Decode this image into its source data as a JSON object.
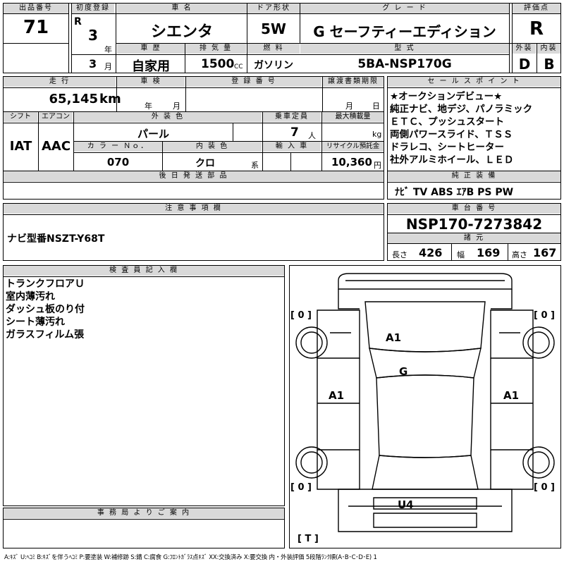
{
  "top": {
    "lot_no_label": "出品番号",
    "lot_no": "71",
    "first_reg_label": "初度登録",
    "era": "R",
    "year": "3",
    "year_unit": "年",
    "month": "3",
    "month_unit": "月",
    "name_label": "車 名",
    "name": "シエンタ",
    "door_label": "ドア形状",
    "door": "5W",
    "grade_label": "グ レ ー ド",
    "grade": "G セーフティーエディション",
    "score_label": "評価点",
    "score": "R",
    "history_label": "車 歴",
    "history": "自家用",
    "displacement_label": "排 気 量",
    "displacement": "1500",
    "displacement_unit": "CC",
    "fuel_label": "燃 料",
    "fuel": "ガソリン",
    "model_label": "型 式",
    "model": "5BA-NSP170G",
    "ext_label": "外装",
    "ext": "D",
    "int_label": "内装",
    "int": "B"
  },
  "row2": {
    "mileage_label": "走 行",
    "mileage": "65,145",
    "mileage_unit": "km",
    "inspection_label": "車 検",
    "insp_year_unit": "年",
    "insp_month_unit": "月",
    "reg_no_label": "登 録 番 号",
    "transfer_label": "譲渡書類期限",
    "transfer_month_unit": "月",
    "transfer_day_unit": "日",
    "shift_label": "シフト",
    "shift": "IAT",
    "ac_label": "エアコン",
    "ac": "AAC",
    "color_label": "外 装 色",
    "color": "パール",
    "capacity_label": "乗車定員",
    "capacity": "7",
    "capacity_unit": "人",
    "max_load_label": "最大積載量",
    "max_load_unit": "kg",
    "color_no_label": "カ ラ ー Ｎｏ．",
    "color_no": "070",
    "int_color_label": "内 装 色",
    "int_color": "クロ",
    "int_color_unit": "系",
    "import_label": "輸 入 車",
    "recycle_label": "リサイクル預託金",
    "recycle": "10,360",
    "recycle_unit": "円",
    "parts_label": "後 日 発 送 部 品"
  },
  "sales": {
    "label": "セ ー ル ス ポ イ ン ト",
    "lines": [
      "★オークションデビュー★",
      "純正ナビ、地デジ、パノラミック",
      "ＥＴＣ、プッシュスタート",
      "両側パワースライド、ＴＳＳ",
      "ドラレコ、シートヒーター",
      "社外アルミホイール、ＬＥＤ"
    ],
    "equip_label": "純 正 装 備",
    "equip": "ﾅﾋﾞ TV ABS ｴｱB PS PW"
  },
  "notes": {
    "label": "注 意 事 項 欄",
    "text": "ナビ型番NSZT-Y68T"
  },
  "chassis": {
    "label": "車 台 番 号",
    "number": "NSP170-7273842",
    "spec_label": "諸 元",
    "len_label": "長さ",
    "len": "426",
    "wid_label": "幅",
    "wid": "169",
    "hgt_label": "高さ",
    "hgt": "167"
  },
  "inspector": {
    "label": "検 査 員 記 入 欄",
    "lines": [
      "トランクフロアＵ",
      "室内薄汚れ",
      "ダッシュ板のり付",
      "シート薄汚れ",
      "ガラスフィルム張"
    ]
  },
  "office": {
    "label": "事 務 局 よ り ご 案 内"
  },
  "diagram": {
    "tire_fl": "[ 0 ]",
    "tire_fr": "[ 0 ]",
    "tire_rl": "[ 0 ]",
    "tire_rr": "[ 0 ]",
    "mark_hood": "A1",
    "mark_glass": "G",
    "mark_left": "A1",
    "mark_right": "A1",
    "mark_rear": "U4",
    "tire_spare": "[ T ]"
  },
  "legend": "A:ｷｽﾞ U:ﾍｺﾐ B:ｷｽﾞを伴うﾍｺﾐ P:要塗装 W:補修跡 S:錆 C:腐食 G:ﾌﾛﾝﾄｶﾞﾗｽ点ｷｽﾞ XX:交換済み X:要交換 内・外装評価 5段階ﾗﾝｸ順(A･B･C･D･E) 1"
}
